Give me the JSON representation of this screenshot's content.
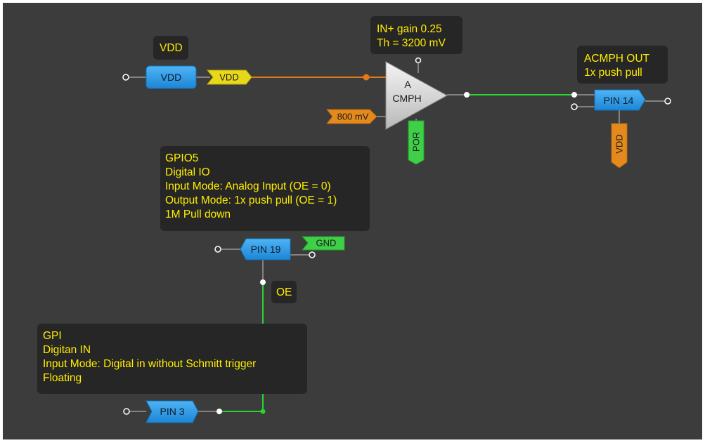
{
  "notes": {
    "vdd_title": "VDD",
    "comparator": [
      "IN+ gain 0.25",
      "Th = 3200 mV"
    ],
    "acmph_out": [
      "ACMPH OUT",
      "1x push pull"
    ],
    "gpio5": [
      "GPIO5",
      "Digital IO",
      "Input Mode: Analog Input (OE = 0)",
      "Output Mode: 1x push pull (OE = 1)",
      "1M Pull down"
    ],
    "oe": "OE",
    "gpi": [
      "GPI",
      "Digitan IN",
      "Input Mode: Digital in without Schmitt trigger",
      "Floating"
    ]
  },
  "blocks": {
    "vdd": "VDD",
    "pin14": "PIN 14",
    "pin19": "PIN 19",
    "pin3": "PIN 3"
  },
  "tags": {
    "vdd_net": "VDD",
    "ref_800": "800 mV",
    "por": "POR",
    "vdd_pin14": "VDD",
    "gnd": "GND"
  },
  "comparator": {
    "line1": "A",
    "line2": "CMPH"
  },
  "colors": {
    "background": "#3c3c3c",
    "note_bg": "#262626",
    "note_text": "#ffee00",
    "block_blue": "#2d9de8",
    "tag_yellow": "#e8d81a",
    "tag_orange": "#e48a1c",
    "tag_green": "#3fcf48",
    "wire_orange": "#e07a16",
    "wire_green": "#29d42e",
    "wire_gray": "#9a9a9a"
  }
}
